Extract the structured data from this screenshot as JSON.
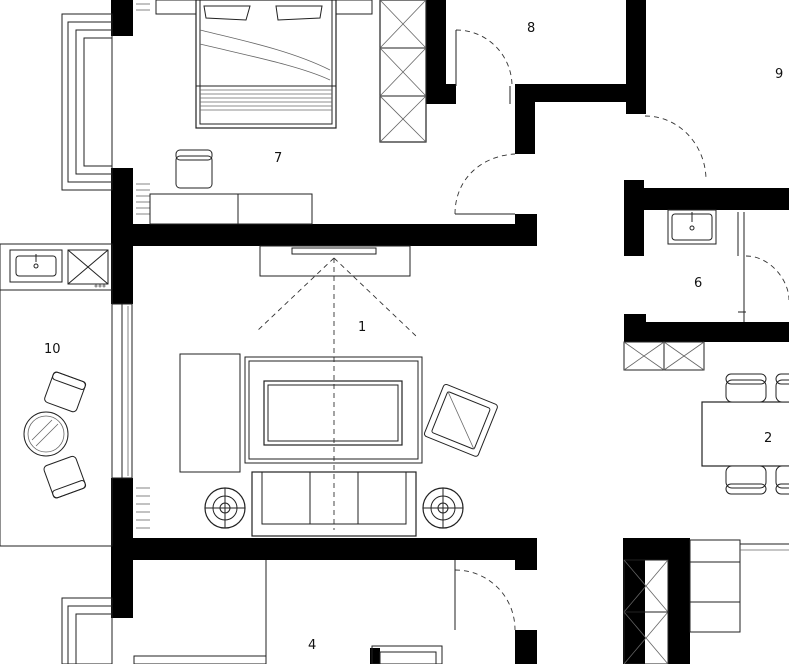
{
  "rooms": [
    {
      "id": "living",
      "label": "1"
    },
    {
      "id": "dining",
      "label": "2"
    },
    {
      "id": "bedroom-bottom",
      "label": "4"
    },
    {
      "id": "bathroom",
      "label": "6"
    },
    {
      "id": "bedroom",
      "label": "7"
    },
    {
      "id": "closet",
      "label": "8"
    },
    {
      "id": "room-9",
      "label": "9"
    },
    {
      "id": "balcony",
      "label": "10"
    }
  ]
}
